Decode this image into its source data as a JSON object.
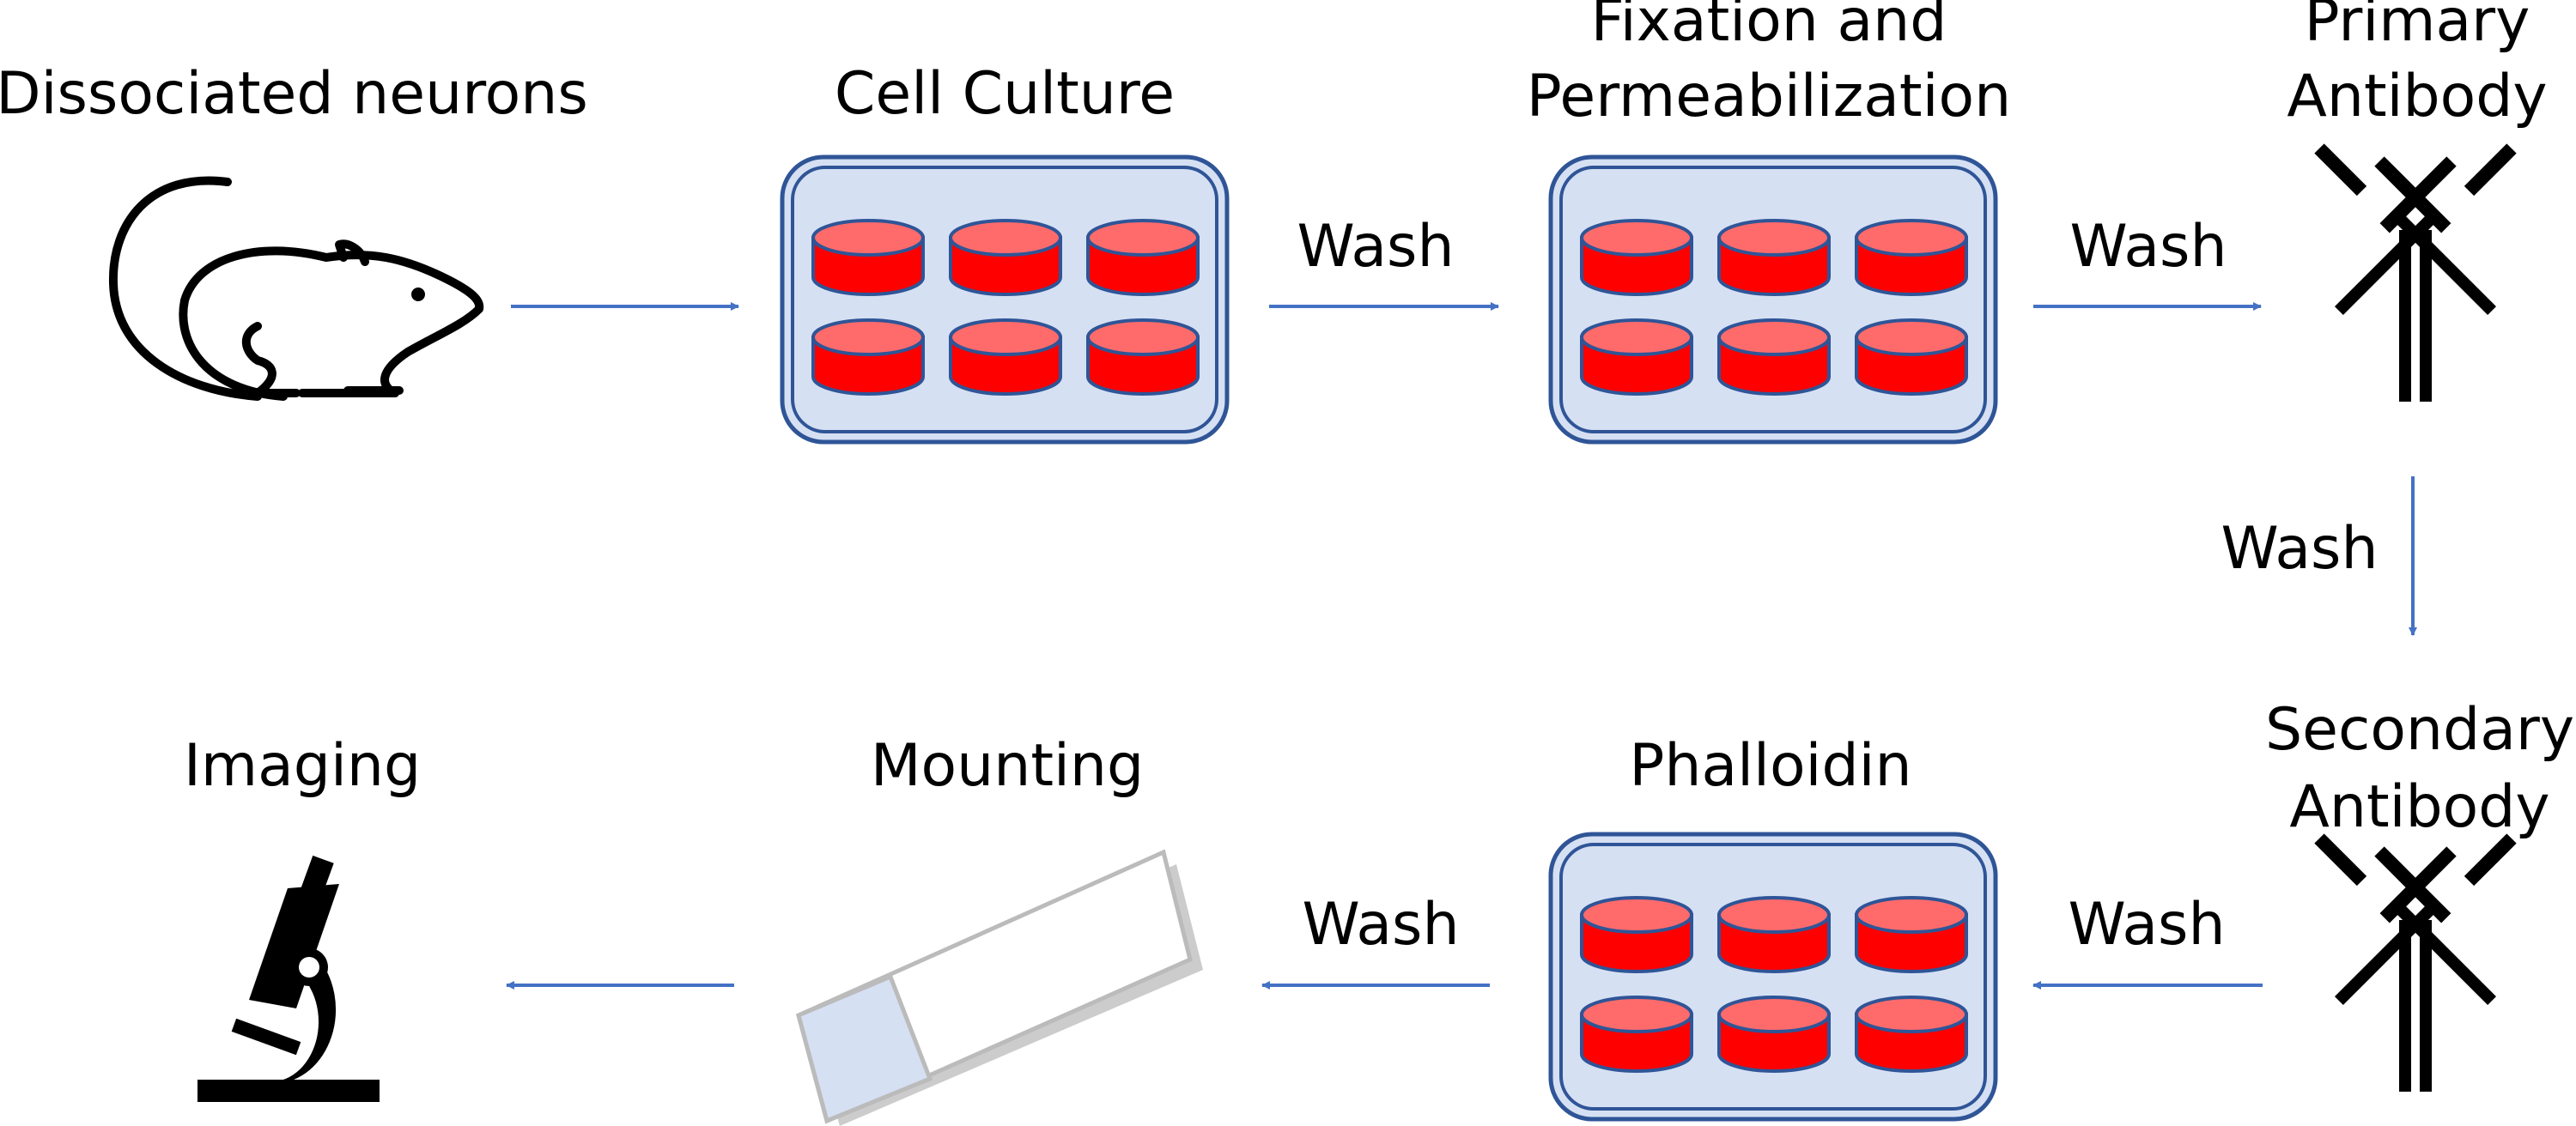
{
  "steps": {
    "dissociated_neurons": "Dissociated neurons",
    "cell_culture": "Cell Culture",
    "fixation_line1": "Fixation and",
    "fixation_line2": "Permeabilization",
    "primary_line1": "Primary",
    "primary_line2": "Antibody",
    "secondary_line1": "Secondary",
    "secondary_line2": "Antibody",
    "phalloidin": "Phalloidin",
    "mounting": "Mounting",
    "imaging": "Imaging"
  },
  "arrow_labels": {
    "culture_to_fixation": "Wash",
    "fixation_to_primary": "Wash",
    "primary_to_secondary": "Wash",
    "secondary_to_phalloidin": "Wash",
    "phalloidin_to_mounting": "Wash"
  },
  "icons": {
    "source": "mouse-icon",
    "plate": "well-plate-icon",
    "antibody": "antibody-icon",
    "slide": "microscope-slide-icon",
    "imaging": "microscope-icon"
  },
  "colors": {
    "arrow": "#4472C4",
    "plate_fill": "#D6E0F3",
    "plate_stroke": "#2F5597",
    "well_fill": "#FF0000",
    "well_top": "#FF6B6B",
    "icon": "#000000"
  }
}
